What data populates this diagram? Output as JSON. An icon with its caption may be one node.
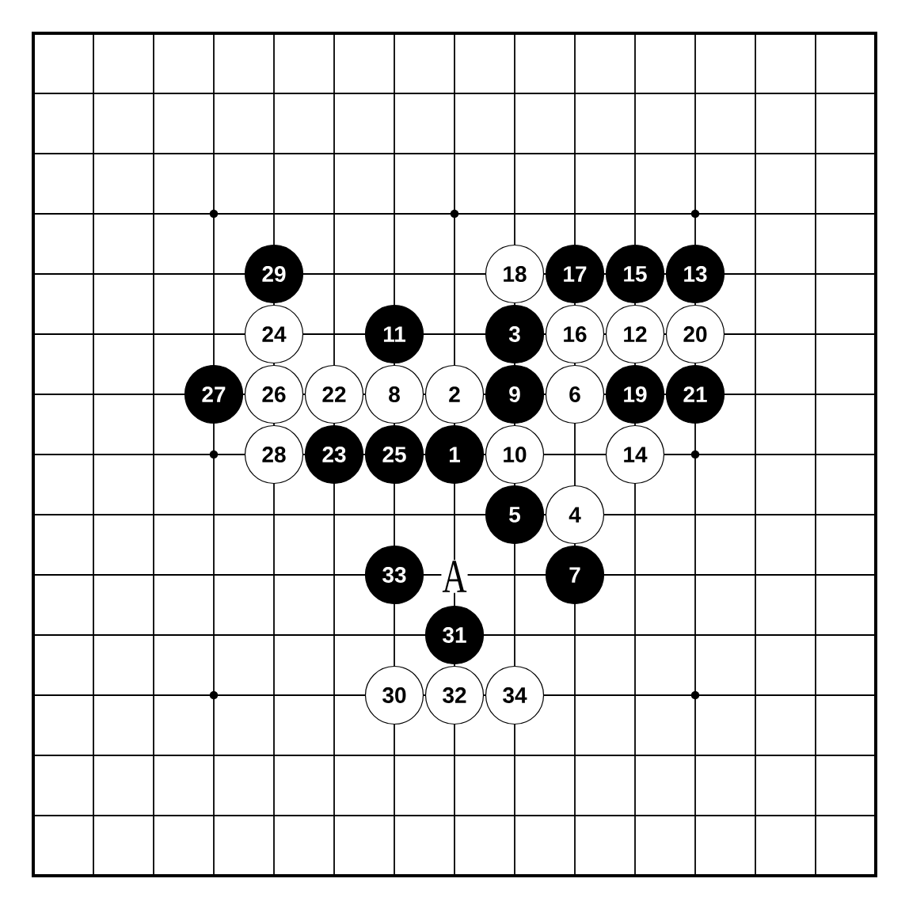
{
  "diagram": {
    "nodes": [
      {
        "text": [
          "29"
        ]
      },
      {
        "text": [
          "18"
        ]
      },
      {
        "text": [
          "17"
        ]
      },
      {
        "text": [
          "15"
        ]
      },
      {
        "text": [
          "13"
        ]
      },
      {
        "text": [
          "24"
        ]
      },
      {
        "text": [
          "11"
        ]
      },
      {
        "text": [
          "3"
        ]
      },
      {
        "text": [
          "16"
        ]
      },
      {
        "text": [
          "12"
        ]
      },
      {
        "text": [
          "20"
        ]
      },
      {
        "text": [
          "27"
        ]
      },
      {
        "text": [
          "26"
        ]
      },
      {
        "text": [
          "22"
        ]
      },
      {
        "text": [
          "8"
        ]
      },
      {
        "text": [
          "2"
        ]
      },
      {
        "text": [
          "9"
        ]
      },
      {
        "text": [
          "6"
        ]
      },
      {
        "text": [
          "19"
        ]
      },
      {
        "text": [
          "21"
        ]
      },
      {
        "text": [
          "28"
        ]
      },
      {
        "text": [
          "23"
        ]
      },
      {
        "text": [
          "25"
        ]
      },
      {
        "text": [
          "1"
        ]
      },
      {
        "text": [
          "10"
        ]
      },
      {
        "text": [
          "14"
        ]
      },
      {
        "text": [
          "5"
        ]
      },
      {
        "text": [
          "4"
        ]
      },
      {
        "text": [
          "33"
        ]
      },
      {
        "text": [
          "7"
        ]
      },
      {
        "text": [
          "31"
        ]
      },
      {
        "text": [
          "30"
        ]
      },
      {
        "text": [
          "32"
        ]
      },
      {
        "text": [
          "34"
        ]
      }
    ],
    "labels": [
      "A"
    ]
  }
}
